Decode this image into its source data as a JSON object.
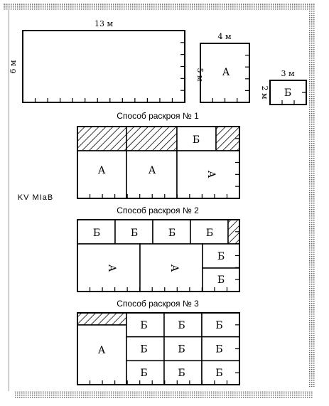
{
  "sheet": {
    "width_label": "13 м",
    "height_label": "6 м"
  },
  "piece_a": {
    "width_label": "4 м",
    "height_label": "5 м",
    "label": "А"
  },
  "piece_b": {
    "width_label": "3 м",
    "height_label": "2 м",
    "label": "Б"
  },
  "methods": [
    {
      "caption": "Способ раскроя № 1"
    },
    {
      "caption": "Способ раскроя № 2"
    },
    {
      "caption": "Способ раскроя № 3"
    }
  ],
  "side_text": "KV MIaB",
  "labels": {
    "a": "А",
    "b": "Б"
  }
}
